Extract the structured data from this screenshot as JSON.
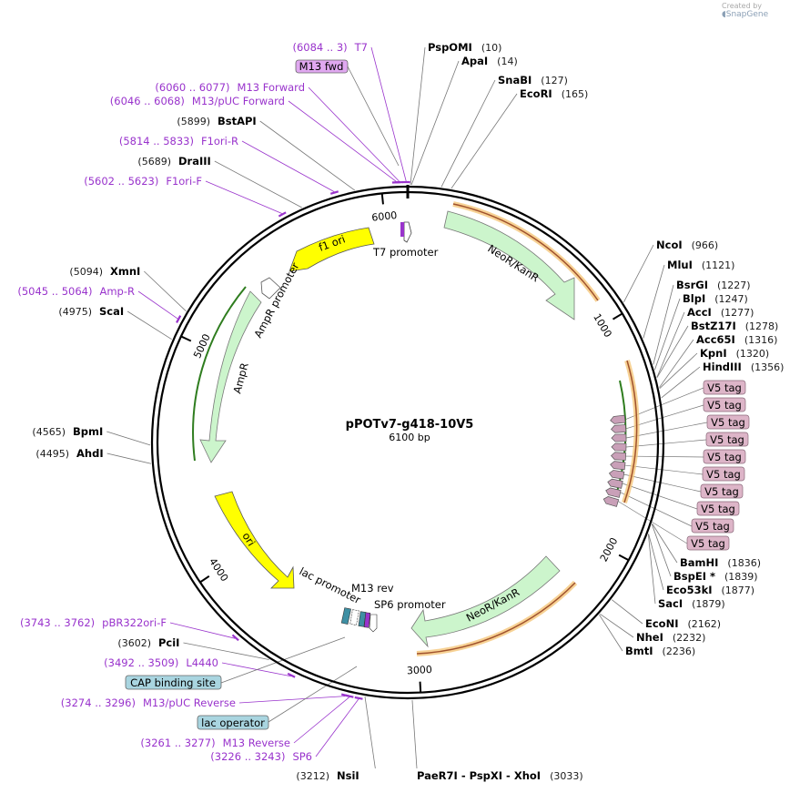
{
  "credit": {
    "text": "Created by",
    "brand": "SnapGene"
  },
  "plasmid": {
    "name": "pPOTv7-g418-10V5",
    "length_label": "6100 bp",
    "length": 6100
  },
  "ticks": [
    {
      "bp": 1000,
      "label": "1000"
    },
    {
      "bp": 2000,
      "label": "2000"
    },
    {
      "bp": 3000,
      "label": "3000"
    },
    {
      "bp": 4000,
      "label": "4000"
    },
    {
      "bp": 5000,
      "label": "5000"
    },
    {
      "bp": 6000,
      "label": "6000"
    }
  ],
  "sites": [
    {
      "name": "PspOMI",
      "pos": "(10)",
      "bp": 10,
      "side": "R"
    },
    {
      "name": "ApaI",
      "pos": "(14)",
      "bp": 14,
      "side": "R"
    },
    {
      "name": "SnaBI",
      "pos": "(127)",
      "bp": 127,
      "side": "R"
    },
    {
      "name": "EcoRI",
      "pos": "(165)",
      "bp": 165,
      "side": "R"
    },
    {
      "name": "NcoI",
      "pos": "(966)",
      "bp": 966,
      "side": "R"
    },
    {
      "name": "MluI",
      "pos": "(1121)",
      "bp": 1121,
      "side": "R"
    },
    {
      "name": "BsrGI",
      "pos": "(1227)",
      "bp": 1227,
      "side": "R"
    },
    {
      "name": "BlpI",
      "pos": "(1247)",
      "bp": 1247,
      "side": "R"
    },
    {
      "name": "AccI",
      "pos": "(1277)",
      "bp": 1277,
      "side": "R"
    },
    {
      "name": "BstZ17I",
      "pos": "(1278)",
      "bp": 1278,
      "side": "R"
    },
    {
      "name": "Acc65I",
      "pos": "(1316)",
      "bp": 1316,
      "side": "R"
    },
    {
      "name": "KpnI",
      "pos": "(1320)",
      "bp": 1320,
      "side": "R"
    },
    {
      "name": "HindIII",
      "pos": "(1356)",
      "bp": 1356,
      "side": "R"
    },
    {
      "name": "BamHI",
      "pos": "(1836)",
      "bp": 1836,
      "side": "R"
    },
    {
      "name": "BspEI *",
      "pos": "(1839)",
      "bp": 1839,
      "side": "R"
    },
    {
      "name": "Eco53kI",
      "pos": "(1877)",
      "bp": 1877,
      "side": "R"
    },
    {
      "name": "SacI",
      "pos": "(1879)",
      "bp": 1879,
      "side": "R"
    },
    {
      "name": "EcoNI",
      "pos": "(2162)",
      "bp": 2162,
      "side": "R"
    },
    {
      "name": "NheI",
      "pos": "(2232)",
      "bp": 2232,
      "side": "R"
    },
    {
      "name": "BmtI",
      "pos": "(2236)",
      "bp": 2236,
      "side": "R"
    },
    {
      "name": "PaeR7I  -  PspXI  -  XhoI",
      "pos": "(3033)",
      "bp": 3033,
      "side": "R"
    },
    {
      "name": "NsiI",
      "pos": "(3212)",
      "bp": 3212,
      "side": "L"
    },
    {
      "name": "PciI",
      "pos": "(3602)",
      "bp": 3602,
      "side": "L"
    },
    {
      "name": "AhdI",
      "pos": "(4495)",
      "bp": 4495,
      "side": "L"
    },
    {
      "name": "BpmI",
      "pos": "(4565)",
      "bp": 4565,
      "side": "L"
    },
    {
      "name": "ScaI",
      "pos": "(4975)",
      "bp": 4975,
      "side": "L"
    },
    {
      "name": "XmnI",
      "pos": "(5094)",
      "bp": 5094,
      "side": "L"
    },
    {
      "name": "DraIII",
      "pos": "(5689)",
      "bp": 5689,
      "side": "L"
    },
    {
      "name": "BstAPI",
      "pos": "(5899)",
      "bp": 5899,
      "side": "L"
    }
  ],
  "primers": [
    {
      "name": "T7",
      "range": "(6084 .. 3)",
      "bp": 6094
    },
    {
      "name": "M13 Forward",
      "range": "(6060 .. 6077)",
      "bp": 6068
    },
    {
      "name": "M13/pUC Forward",
      "range": "(6046 .. 6068)",
      "bp": 6057
    },
    {
      "name": "F1ori-R",
      "range": "(5814 .. 5833)",
      "bp": 5823
    },
    {
      "name": "F1ori-F",
      "range": "(5602 .. 5623)",
      "bp": 5612
    },
    {
      "name": "Amp-R",
      "range": "(5045 .. 5064)",
      "bp": 5054
    },
    {
      "name": "pBR322ori-F",
      "range": "(3743 .. 3762)",
      "bp": 3752
    },
    {
      "name": "L4440",
      "range": "(3492 .. 3509)",
      "bp": 3500
    },
    {
      "name": "M13/pUC Reverse",
      "range": "(3274 .. 3296)",
      "bp": 3285
    },
    {
      "name": "M13 Reverse",
      "range": "(3261 .. 3277)",
      "bp": 3269
    },
    {
      "name": "SP6",
      "range": "(3226 .. 3243)",
      "bp": 3234
    }
  ],
  "boxed_labels": {
    "m13_fwd": "M13 fwd",
    "cap_binding_site": "CAP binding site",
    "lac_operator": "lac operator",
    "v5_tags": [
      "V5 tag",
      "V5 tag",
      "V5 tag",
      "V5 tag",
      "V5 tag",
      "V5 tag",
      "V5 tag",
      "V5 tag",
      "V5 tag",
      "V5 tag"
    ]
  },
  "features": {
    "f1_ori": "f1 ori",
    "t7_promoter": "T7 promoter",
    "neo1": "NeoR/KanR",
    "ampr_promoter": "AmpR promoter",
    "ampr": "AmpR",
    "ori": "ori",
    "lac_promoter": "lac promoter",
    "m13_rev": "M13 rev",
    "sp6_promoter": "SP6 promoter",
    "neo2": "NeoR/KanR"
  },
  "colors": {
    "neo": "#ccf5cc",
    "amp": "#ccf5cc",
    "ori": "#ffff00",
    "v5": "#c9a0b8",
    "primer": "#9933cc",
    "orf": "#f5a623",
    "boxed": "#a9d5e0"
  }
}
